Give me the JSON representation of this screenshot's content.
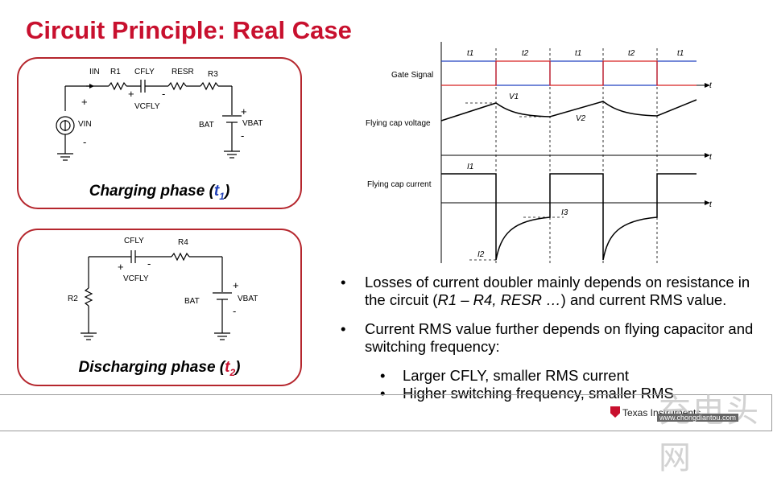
{
  "title": "Circuit Principle: Real Case",
  "charging": {
    "labels": {
      "iin": "IIN",
      "r1": "R1",
      "cfly": "CFLY",
      "resr": "RESR",
      "r3": "R3",
      "vin": "VIN",
      "vcfly": "VCFLY",
      "bat": "BAT",
      "vbat": "VBAT",
      "plus": "+",
      "minus": "-"
    },
    "phase_text": "Charging phase (",
    "phase_t": "t",
    "phase_sub": "1",
    "phase_close": ")",
    "phase_color": "#1f3fb8"
  },
  "discharging": {
    "labels": {
      "cfly": "CFLY",
      "r4": "R4",
      "vcfly": "VCFLY",
      "r2": "R2",
      "bat": "BAT",
      "vbat": "VBAT",
      "plus": "+",
      "minus": "-"
    },
    "phase_text": "Discharging phase (",
    "phase_t": "t",
    "phase_sub": "2",
    "phase_close": ")",
    "phase_color": "#c8102e"
  },
  "waveforms": {
    "time_labels": [
      "t1",
      "t2",
      "t1",
      "t2",
      "t1"
    ],
    "row_labels": [
      "Gate Signal",
      "Flying cap voltage",
      "Flying cap current"
    ],
    "axis_label": "t",
    "annotations": {
      "v1": "V1",
      "v2": "V2",
      "i1": "I1",
      "i2": "I2",
      "i3": "I3"
    }
  },
  "bullets": [
    {
      "prefix": "Losses of current doubler mainly depends on resistance in the circuit (",
      "italic": "R1 – R4, RESR …",
      "suffix": ") and current RMS value."
    },
    {
      "text": "Current RMS value further depends on flying capacitor and switching frequency:",
      "sub": [
        "Larger CFLY, smaller RMS current",
        "Higher switching frequency, smaller RMS"
      ]
    }
  ],
  "footer": {
    "company": "Texas Instruments",
    "watermark_cn": "充电头网",
    "watermark_url": "www.chongdiantou.com"
  },
  "colors": {
    "title": "#c8102e",
    "panel_border": "#b5262d",
    "gate_blue": "#2040c0",
    "gate_red": "#d62020"
  }
}
